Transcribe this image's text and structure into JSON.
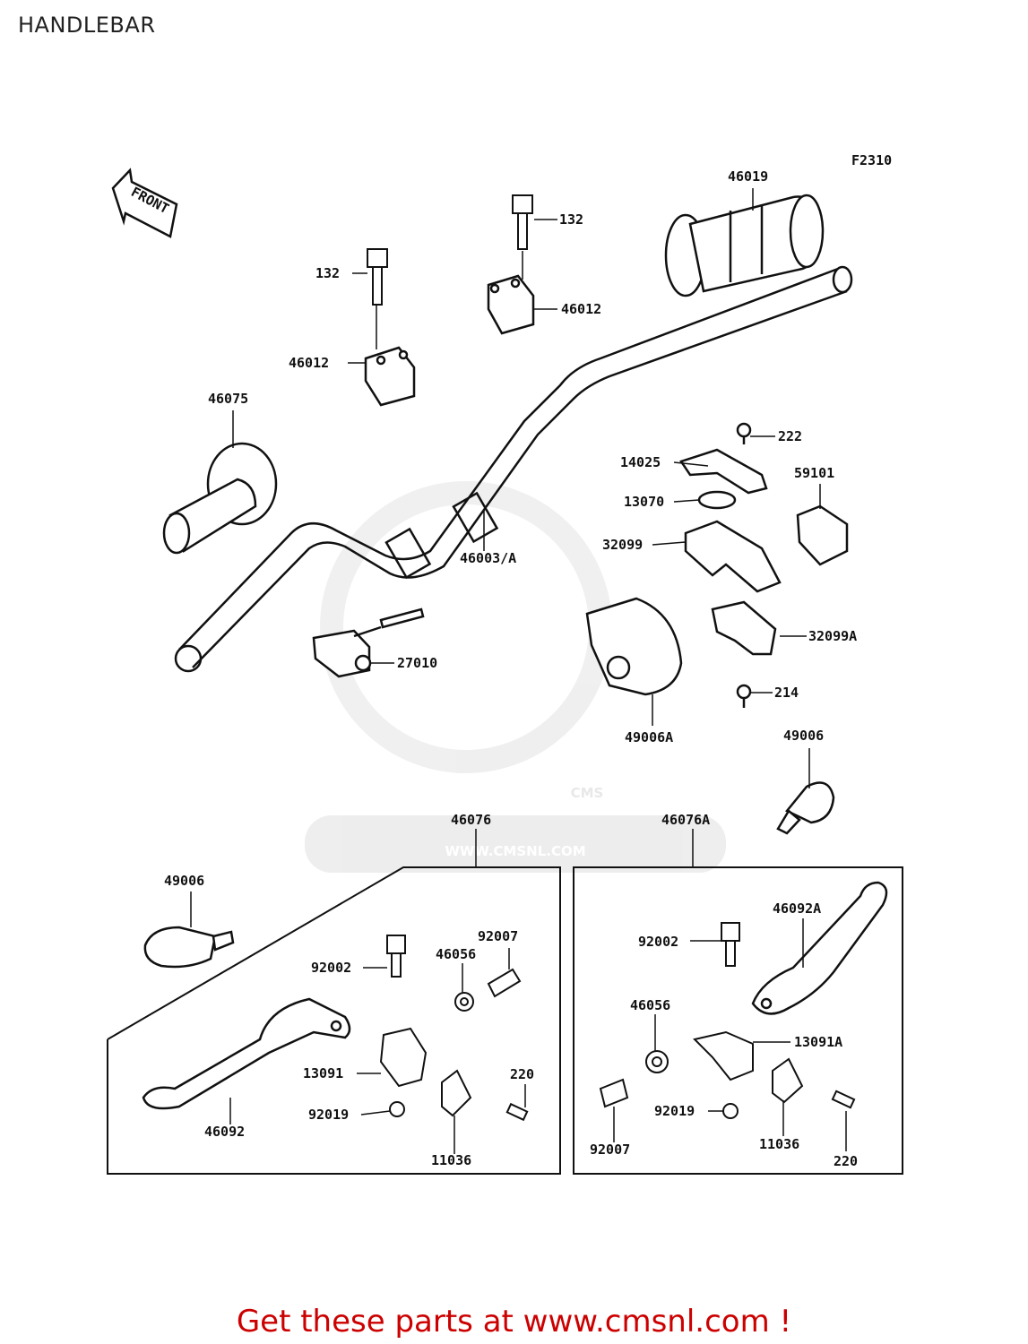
{
  "page": {
    "title": "HANDLEBAR"
  },
  "diagram": {
    "figure_code": "F2310",
    "front_label": "FRONT",
    "watermark": {
      "logo_text": "CMS",
      "url_text": "WWW.CMSNL.COM"
    },
    "callouts": {
      "c_46019": "46019",
      "c_132_a": "132",
      "c_132_b": "132",
      "c_46012_a": "46012",
      "c_46012_b": "46012",
      "c_46075": "46075",
      "c_222": "222",
      "c_14025": "14025",
      "c_59101": "59101",
      "c_13070": "13070",
      "c_32099": "32099",
      "c_46003": "46003/A",
      "c_32099A": "32099A",
      "c_27010": "27010",
      "c_214": "214",
      "c_49006A": "49006A",
      "c_49006_a": "49006",
      "c_46076": "46076",
      "c_46076A": "46076A",
      "c_49006_b": "49006",
      "c_92007_a": "92007",
      "c_46056_a": "46056",
      "c_92002_a": "92002",
      "c_13091": "13091",
      "c_220_a": "220",
      "c_92019_a": "92019",
      "c_46092": "46092",
      "c_11036_a": "11036",
      "c_46092A": "46092A",
      "c_92002_b": "92002",
      "c_46056_b": "46056",
      "c_13091A": "13091A",
      "c_92019_b": "92019",
      "c_92007_b": "92007",
      "c_11036_b": "11036",
      "c_220_b": "220"
    }
  },
  "footer": {
    "text": "Get these parts at www.cmsnl.com !"
  }
}
